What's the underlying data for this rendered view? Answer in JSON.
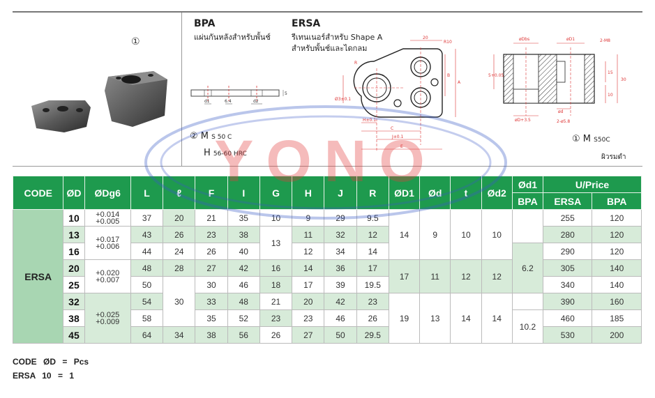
{
  "header": {
    "photo_index": "①",
    "bpa": {
      "title": "BPA",
      "subtitle": "แผ่นกันหลังสำหรับพั้นช์"
    },
    "ersa": {
      "title": "ERSA",
      "subtitle_line1": "รีเทนเนอร์สำหรับ Shape A",
      "subtitle_line2": "สำหรับพั้นช์และไดกลม"
    },
    "material_bpa": {
      "index": "②",
      "label": "M",
      "value": "S 50 C"
    },
    "hardness_bpa": {
      "label": "H",
      "value": "56-60 HRC"
    },
    "material_ersa": {
      "index": "①",
      "label": "M",
      "value": "S50C"
    },
    "finish_ersa": "ผิวรมดำ"
  },
  "drawing_labels": {
    "bpa": {
      "d1": "d1",
      "d2": "d2",
      "mid": "6.4",
      "t": "5"
    },
    "ersa_top": {
      "dim20": "20",
      "r10": "R10",
      "r": "R",
      "a": "A",
      "b": "B",
      "dsym": "Ø3±0.1",
      "h": "H±0.1",
      "c": "C",
      "j": "J±0.1",
      "e": "E"
    },
    "ersa_section": {
      "dbs": "øDbs",
      "d1": "øD1",
      "m8": "2-M8",
      "d": "ød",
      "d58": "2-ø5.8",
      "d35": "øD+3.5",
      "tol": "5+0.05",
      "h15": "15",
      "h30": "30",
      "h10": "10"
    }
  },
  "watermark": "YONO",
  "table": {
    "headers": [
      "CODE",
      "ØD",
      "ØDg6",
      "L",
      "ℓ",
      "F",
      "I",
      "G",
      "H",
      "J",
      "R",
      "ØD1",
      "Ød",
      "t",
      "Ød2",
      "Ød1",
      "U/Price"
    ],
    "subheaders": {
      "d1": "BPA",
      "ersa": "ERSA",
      "bpa": "BPA"
    },
    "code": "ERSA",
    "rows": [
      {
        "D": "10",
        "Dg6": [
          "+0.014",
          "+0.005"
        ],
        "L": "37",
        "l": "20",
        "F": "21",
        "I": "35",
        "G": "10",
        "H": "9",
        "J": "29",
        "R": "9.5",
        "ersa": "255",
        "bpa": "120"
      },
      {
        "D": "13",
        "Dg6": [
          "+0.017",
          "+0.006"
        ],
        "L": "43",
        "l": "26",
        "F": "23",
        "I": "38",
        "G": "13",
        "H": "11",
        "J": "32",
        "R": "12",
        "ersa": "280",
        "bpa": "120"
      },
      {
        "D": "16",
        "L": "44",
        "l": "24",
        "F": "26",
        "I": "40",
        "H": "12",
        "J": "34",
        "R": "14",
        "ersa": "290",
        "bpa": "120"
      },
      {
        "D": "20",
        "Dg6": [
          "+0.020",
          "+0.007"
        ],
        "L": "48",
        "l": "28",
        "F": "27",
        "I": "42",
        "G": "16",
        "H": "14",
        "J": "36",
        "R": "17",
        "ersa": "305",
        "bpa": "140"
      },
      {
        "D": "25",
        "L": "50",
        "F": "30",
        "I": "46",
        "G": "18",
        "H": "17",
        "J": "39",
        "R": "19.5",
        "ersa": "340",
        "bpa": "140"
      },
      {
        "D": "32",
        "Dg6": [
          "+0.025",
          "+0.009"
        ],
        "L": "54",
        "l": "30",
        "F": "33",
        "I": "48",
        "G": "21",
        "H": "20",
        "J": "42",
        "R": "23",
        "ersa": "390",
        "bpa": "160"
      },
      {
        "D": "38",
        "L": "58",
        "F": "35",
        "I": "52",
        "G": "23",
        "H": "23",
        "J": "46",
        "R": "26",
        "ersa": "460",
        "bpa": "185"
      },
      {
        "D": "45",
        "L": "64",
        "l": "34",
        "F": "38",
        "I": "56",
        "G": "26",
        "H": "27",
        "J": "50",
        "R": "29.5",
        "ersa": "530",
        "bpa": "200"
      }
    ],
    "groups": {
      "g1": {
        "D1": "14",
        "d": "9",
        "t": "10",
        "d2": "10"
      },
      "g2": {
        "D1": "17",
        "d": "11",
        "t": "12",
        "d2": "12"
      },
      "g3": {
        "D1": "19",
        "d": "13",
        "t": "14",
        "d2": "14"
      },
      "d1_a": "6.2",
      "d1_b": "10.2"
    }
  },
  "code_note": {
    "line1": [
      "CODE",
      "ØD",
      "=",
      "Pcs"
    ],
    "line2": [
      "ERSA",
      "10",
      "=",
      "1"
    ]
  }
}
